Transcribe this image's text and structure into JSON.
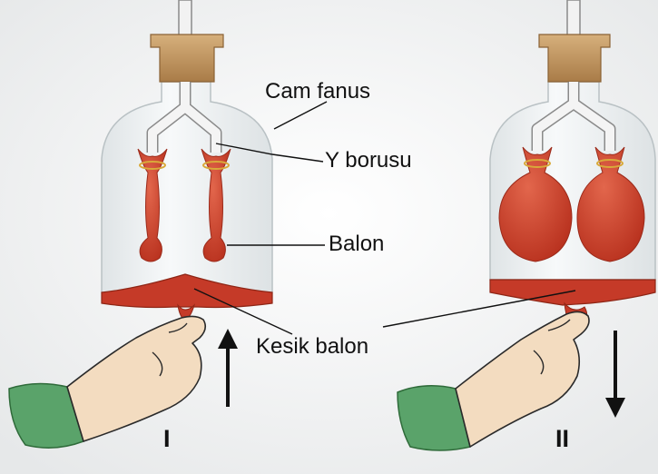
{
  "labels": {
    "bell_jar": "Cam fanus",
    "y_tube": "Y borusu",
    "balloon": "Balon",
    "cut_balloon": "Kesik balon"
  },
  "panels": [
    {
      "numeral": "I",
      "balloon_state": "deflated",
      "pull_direction": "up"
    },
    {
      "numeral": "II",
      "balloon_state": "inflated",
      "pull_direction": "down"
    }
  ],
  "colors": {
    "balloon": "#c6402c",
    "glass": "#eef1f2",
    "cork": "#c49a64",
    "sleeve": "#5aa36a",
    "skin": "#f3dcc0",
    "ink": "#111111"
  }
}
